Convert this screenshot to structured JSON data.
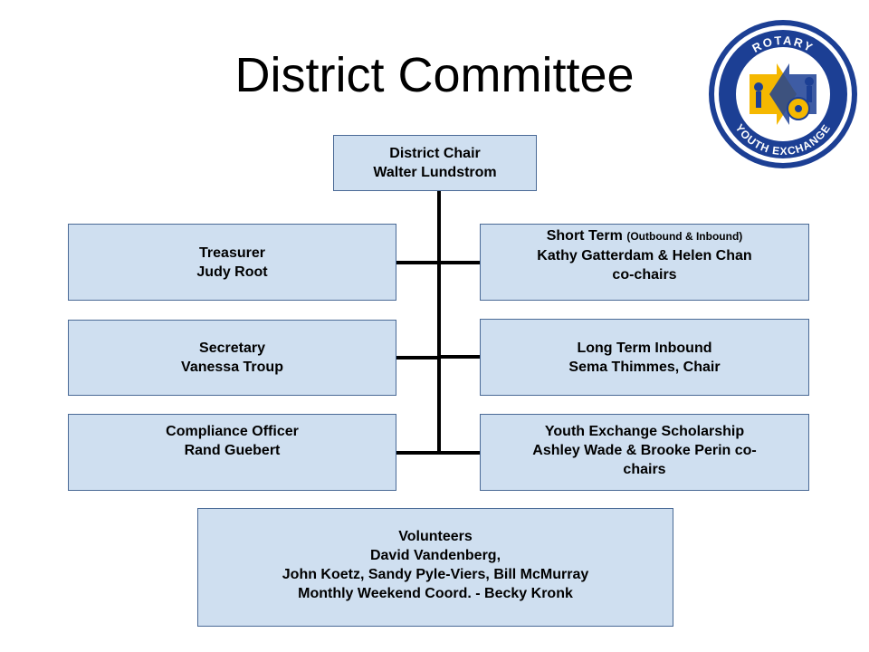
{
  "title": "District Committee",
  "logo": {
    "text_top": "ROTARY",
    "text_bottom": "YOUTH EXCHANGE"
  },
  "chair": {
    "role": "District Chair",
    "name": "Walter Lundstrom"
  },
  "treasurer": {
    "role": "Treasurer",
    "name": "Judy Root"
  },
  "secretary": {
    "role": "Secretary",
    "name": "Vanessa Troup"
  },
  "compliance": {
    "role": "Compliance Officer",
    "name": "Rand Guebert"
  },
  "short_term": {
    "role": "Short Term",
    "detail": "(Outbound & Inbound)",
    "name": "Kathy Gatterdam & Helen Chan",
    "suffix": "co-chairs"
  },
  "long_term": {
    "role": "Long Term Inbound",
    "name": "Sema Thimmes, Chair"
  },
  "scholarship": {
    "role": "Youth Exchange Scholarship",
    "name": "Ashley Wade & Brooke Perin co-",
    "suffix": "chairs"
  },
  "volunteers": {
    "role": "Volunteers",
    "line1": "David Vandenberg,",
    "line2": "John Koetz, Sandy Pyle-Viers, Bill McMurray",
    "line3": "Monthly Weekend Coord. - Becky Kronk"
  },
  "colors": {
    "box_fill": "#cfdff0",
    "box_border": "#4a6a96",
    "logo_blue": "#1c3f94",
    "logo_gold": "#f5b800"
  }
}
